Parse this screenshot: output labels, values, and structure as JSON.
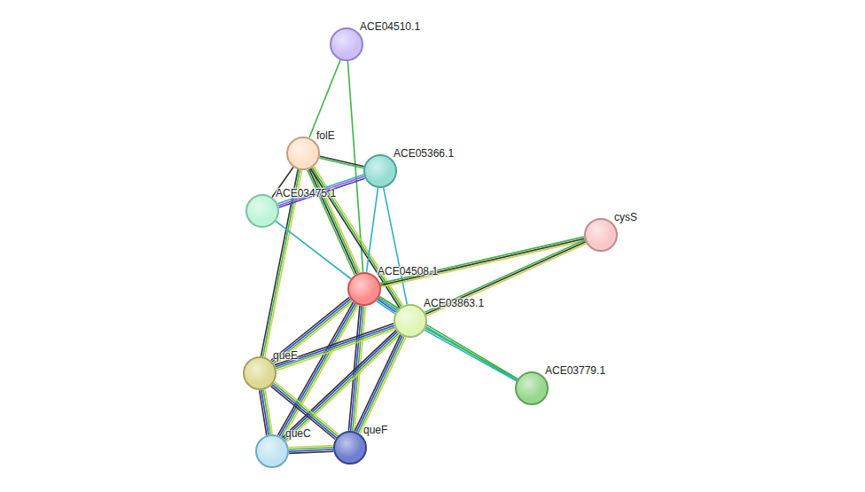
{
  "diagram": {
    "nodes": [
      {
        "text": [
          "ACE04510.1"
        ]
      },
      {
        "text": [
          "folE"
        ]
      },
      {
        "text": [
          "ACE05366.1"
        ]
      },
      {
        "text": [
          "ACE03475.1"
        ]
      },
      {
        "text": [
          "cysS"
        ]
      },
      {
        "text": [
          "ACE04508.1"
        ]
      },
      {
        "text": [
          "ACE03863.1"
        ]
      },
      {
        "text": [
          "queE"
        ]
      },
      {
        "text": [
          "ACE03779.1"
        ]
      },
      {
        "text": [
          "queC"
        ]
      },
      {
        "text": [
          "queF"
        ]
      }
    ],
    "edges": [
      {
        "from": 0,
        "to": 1,
        "arrow": "none"
      },
      {
        "from": 0,
        "to": 5,
        "arrow": "none"
      },
      {
        "from": 1,
        "to": 2,
        "arrow": "none"
      },
      {
        "from": 1,
        "to": 3,
        "arrow": "none"
      },
      {
        "from": 1,
        "to": 5,
        "arrow": "none"
      },
      {
        "from": 1,
        "to": 6,
        "arrow": "none"
      },
      {
        "from": 1,
        "to": 7,
        "arrow": "none"
      },
      {
        "from": 2,
        "to": 3,
        "arrow": "none"
      },
      {
        "from": 2,
        "to": 5,
        "arrow": "none"
      },
      {
        "from": 2,
        "to": 6,
        "arrow": "none"
      },
      {
        "from": 3,
        "to": 5,
        "arrow": "none"
      },
      {
        "from": 4,
        "to": 5,
        "arrow": "none"
      },
      {
        "from": 4,
        "to": 6,
        "arrow": "none"
      },
      {
        "from": 5,
        "to": 6,
        "arrow": "none"
      },
      {
        "from": 5,
        "to": 8,
        "arrow": "none"
      },
      {
        "from": 6,
        "to": 8,
        "arrow": "none"
      },
      {
        "from": 5,
        "to": 7,
        "arrow": "none"
      },
      {
        "from": 5,
        "to": 9,
        "arrow": "none"
      },
      {
        "from": 5,
        "to": 10,
        "arrow": "none"
      },
      {
        "from": 6,
        "to": 7,
        "arrow": "none"
      },
      {
        "from": 6,
        "to": 9,
        "arrow": "none"
      },
      {
        "from": 6,
        "to": 10,
        "arrow": "none"
      },
      {
        "from": 7,
        "to": 9,
        "arrow": "none"
      },
      {
        "from": 7,
        "to": 10,
        "arrow": "none"
      },
      {
        "from": 9,
        "to": 10,
        "arrow": "none"
      }
    ]
  }
}
